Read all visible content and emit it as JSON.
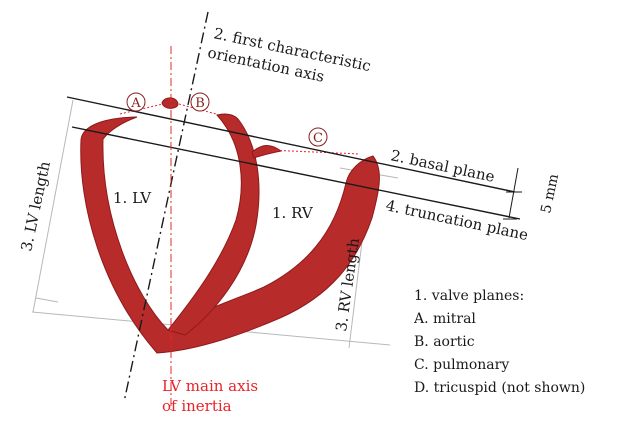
{
  "colors": {
    "myocardium": "#b82b2b",
    "myocardium_edge": "#8e1a1a",
    "axis_red": "#e8242a",
    "ink": "#1a1a1a",
    "dimension_gray": "#b8b8b8"
  },
  "labels": {
    "first_axis": [
      "2. first characteristic",
      "orientation axis"
    ],
    "basal_plane": "2. basal plane",
    "truncation_plane": "4. truncation plane",
    "spacing": "5 mm",
    "lv_length": "3. LV length",
    "rv_length": "3. RV length",
    "lv": "1. LV",
    "rv": "1. RV",
    "lv_axis": [
      "LV main axis",
      "of inertia"
    ]
  },
  "valves": {
    "a": "A",
    "b": "B",
    "c": "C"
  },
  "legend": {
    "title": "1. valve planes:",
    "items": [
      "A. mitral",
      "B. aortic",
      "C. pulmonary",
      "D. tricuspid (not shown)"
    ]
  }
}
